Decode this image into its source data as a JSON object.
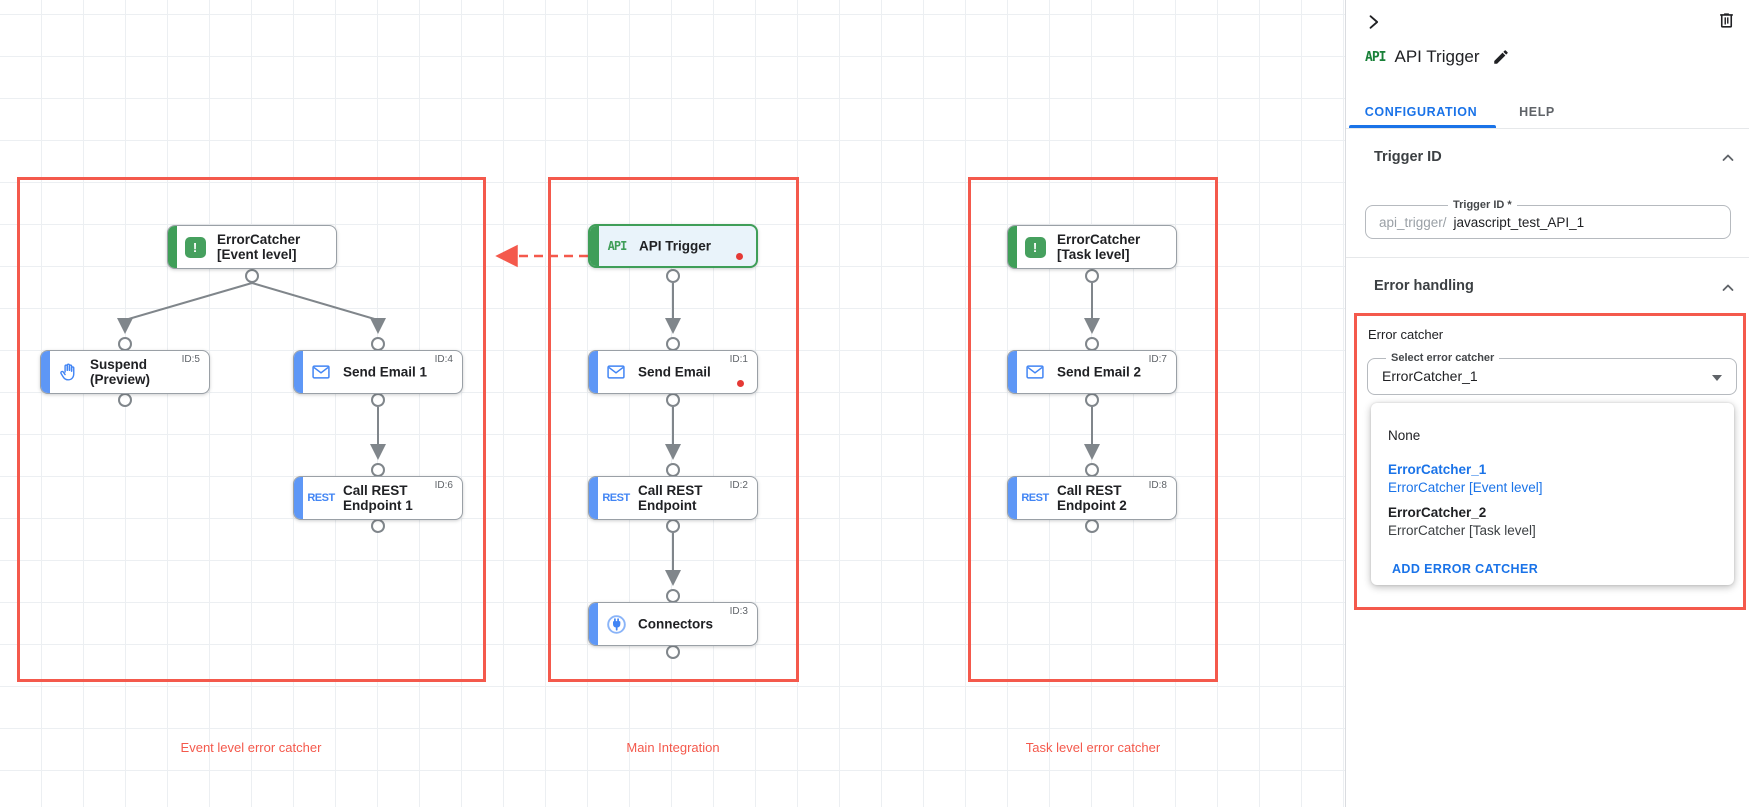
{
  "canvas": {
    "groups": [
      {
        "label": "Event level error catcher"
      },
      {
        "label": "Main Integration"
      },
      {
        "label": "Task level error catcher"
      }
    ],
    "nodes": [
      {
        "line1": "ErrorCatcher",
        "line2": "[Event level]",
        "badge": ""
      },
      {
        "line1": "Suspend",
        "line2": "(Preview)",
        "badge": "ID:5"
      },
      {
        "line1": "Send Email 1",
        "line2": "",
        "badge": "ID:4"
      },
      {
        "line1": "Call REST",
        "line2": "Endpoint 1",
        "badge": "ID:6"
      },
      {
        "line1": "API Trigger",
        "line2": "",
        "badge": ""
      },
      {
        "line1": "Send Email",
        "line2": "",
        "badge": "ID:1"
      },
      {
        "line1": "Call REST",
        "line2": "Endpoint",
        "badge": "ID:2"
      },
      {
        "line1": "Connectors",
        "line2": "",
        "badge": "ID:3"
      },
      {
        "line1": "ErrorCatcher",
        "line2": "[Task level]",
        "badge": ""
      },
      {
        "line1": "Send Email 2",
        "line2": "",
        "badge": "ID:7"
      },
      {
        "line1": "Call REST",
        "line2": "Endpoint 2",
        "badge": "ID:8"
      }
    ],
    "icon_texts": {
      "api": "API",
      "rest": "REST",
      "error_catcher": "!"
    }
  },
  "panel": {
    "title": "API Trigger",
    "title_icon_text": "API",
    "tabs": [
      {
        "label": "CONFIGURATION",
        "active": true
      },
      {
        "label": "HELP",
        "active": false
      }
    ],
    "trigger_id": {
      "heading": "Trigger ID",
      "field_label": "Trigger ID *",
      "prefix": "api_trigger/",
      "value": "javascript_test_API_1"
    },
    "error_handling": {
      "heading": "Error handling",
      "group_label": "Error catcher",
      "select_label": "Select error catcher",
      "select_value": "ErrorCatcher_1",
      "menu": {
        "none_label": "None",
        "options": [
          {
            "name": "ErrorCatcher_1",
            "sub": "ErrorCatcher [Event level]",
            "selected": true
          },
          {
            "name": "ErrorCatcher_2",
            "sub": "ErrorCatcher [Task level]",
            "selected": false
          }
        ],
        "add_label": "ADD ERROR CATCHER"
      }
    }
  },
  "colors": {
    "group_red": "#f4594c",
    "task_bar_blue": "#5e97f6",
    "trigger_green": "#3f9e58",
    "accent_blue": "#1a73e8",
    "error_dot_red": "#e53935"
  }
}
